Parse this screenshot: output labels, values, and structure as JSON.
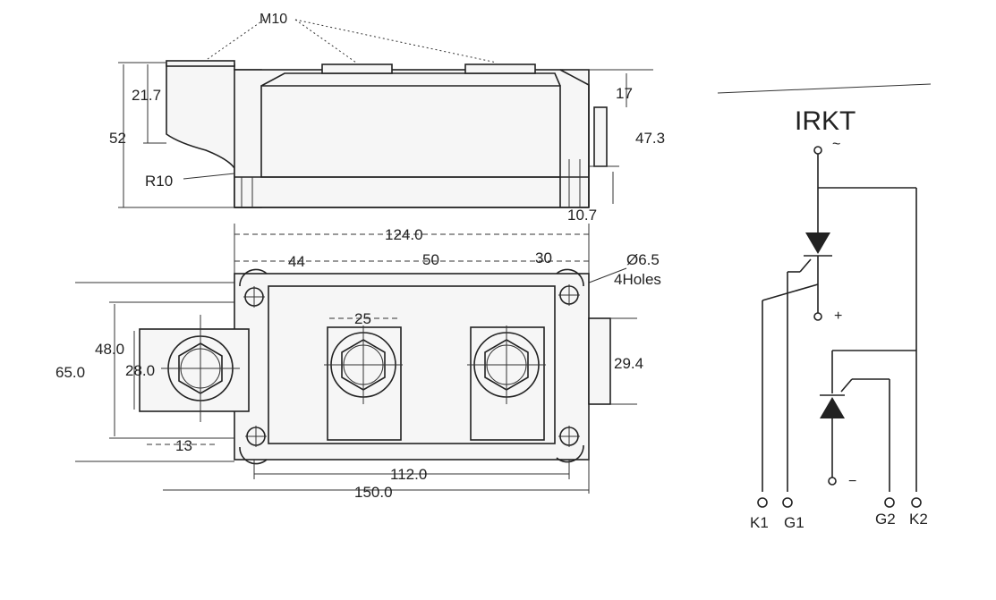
{
  "side_view": {
    "m10": "M10",
    "d_21_7": "21.7",
    "d_52": "52",
    "r10": "R10",
    "d_17": "17",
    "d_47_3": "47.3",
    "d_10_7": "10.7"
  },
  "top_view": {
    "d_124": "124.0",
    "d_44": "44",
    "d_50": "50",
    "d_30": "30",
    "hole_dia": "Ø6.5",
    "hole_count": "4Holes",
    "d_25": "25",
    "d_48": "48.0",
    "d_65": "65.0",
    "d_28": "28.0",
    "d_29_4": "29.4",
    "d_13": "13",
    "d_112": "112.0",
    "d_150": "150.0"
  },
  "schematic": {
    "title": "IRKT",
    "ac_mark": "~",
    "plus_mark": "+",
    "minus_mark": "−",
    "pins": [
      "K1",
      "G1",
      "G2",
      "K2"
    ]
  }
}
